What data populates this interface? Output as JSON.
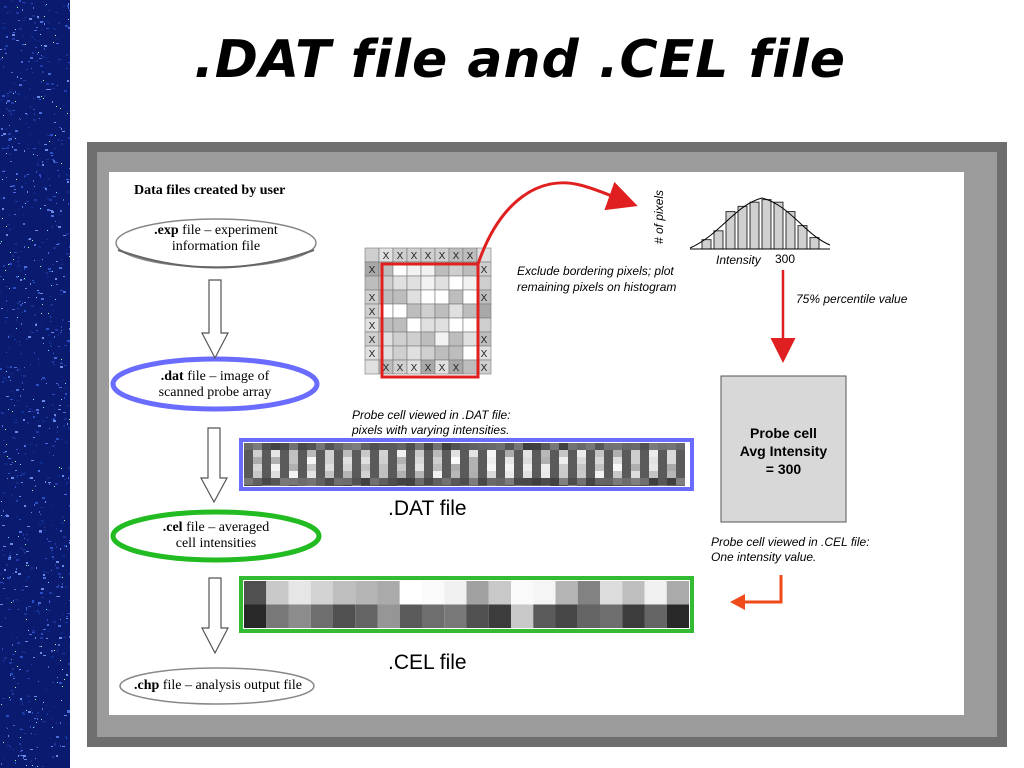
{
  "title": ".DAT file and .CEL file",
  "colors": {
    "blue_ring": "#6a6cff",
    "green_ring": "#22bb22",
    "red_arrow": "#e02020",
    "orange_arrow": "#ef4a1a",
    "frame": "#6e6e6e"
  },
  "flow": {
    "heading": "Data files created by user",
    "exp": {
      "ext": ".exp",
      "line1_rest": " file – experiment",
      "line2": "information file"
    },
    "dat": {
      "ext": ".dat",
      "line1_rest": " file – image of",
      "line2": "scanned probe array"
    },
    "cel": {
      "ext": ".cel",
      "line1_rest": " file – averaged",
      "line2": "cell intensities"
    },
    "chp": {
      "ext": ".chp",
      "line1_rest": " file – analysis output file"
    }
  },
  "grid": {
    "mark": "X",
    "caption_line1": "Probe cell viewed in .DAT file:",
    "caption_line2": "pixels with varying intensities."
  },
  "exclude_note": {
    "line1": "Exclude bordering pixels; plot",
    "line2": "remaining pixels on histogram"
  },
  "histogram": {
    "ylabel": "# of pixels",
    "xlabel": "Intensity",
    "tick": "300",
    "bars": [
      0.18,
      0.35,
      0.72,
      0.82,
      0.9,
      0.95,
      0.9,
      0.72,
      0.45,
      0.22
    ]
  },
  "percentile_note": "75% percentile value",
  "probe_box": {
    "line1": "Probe cell",
    "line2": "Avg Intensity",
    "line3": "= 300"
  },
  "cel_note": {
    "line1": "Probe cell viewed in .CEL file:",
    "line2": "One intensity value."
  },
  "dat_strip_label": ".DAT file",
  "cel_strip_label": ".CEL file"
}
